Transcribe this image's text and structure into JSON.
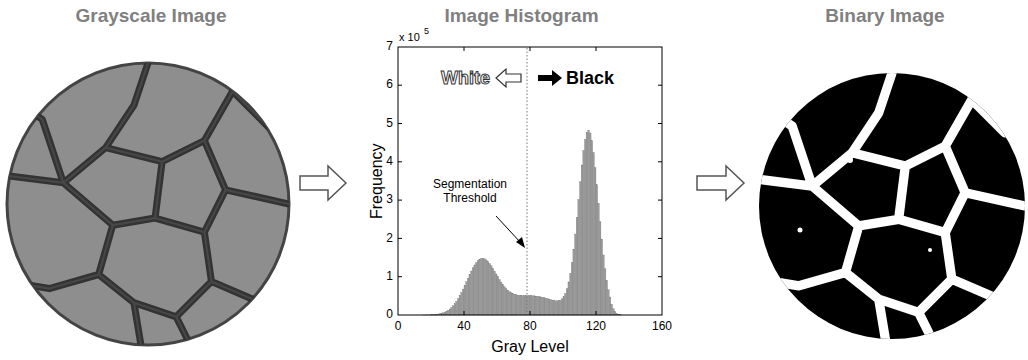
{
  "diagram": {
    "nodes": [
      {
        "text": [
          "Grayscale Image"
        ]
      },
      {
        "text": [
          "Image Histogram"
        ]
      },
      {
        "text": [
          "Binary Image"
        ]
      }
    ],
    "edges": [
      {
        "from": 0,
        "to": 1,
        "arrow": "to"
      },
      {
        "from": 1,
        "to": 2,
        "arrow": "to"
      }
    ],
    "labels": [
      "0",
      "1",
      "2",
      "3",
      "4",
      "5",
      "6",
      "7",
      "x 10",
      "5",
      "White",
      "Black",
      "Segmentation Threshold",
      "Frequency",
      "0",
      "40",
      "80",
      "120",
      "160",
      "Gray Level"
    ]
  }
}
